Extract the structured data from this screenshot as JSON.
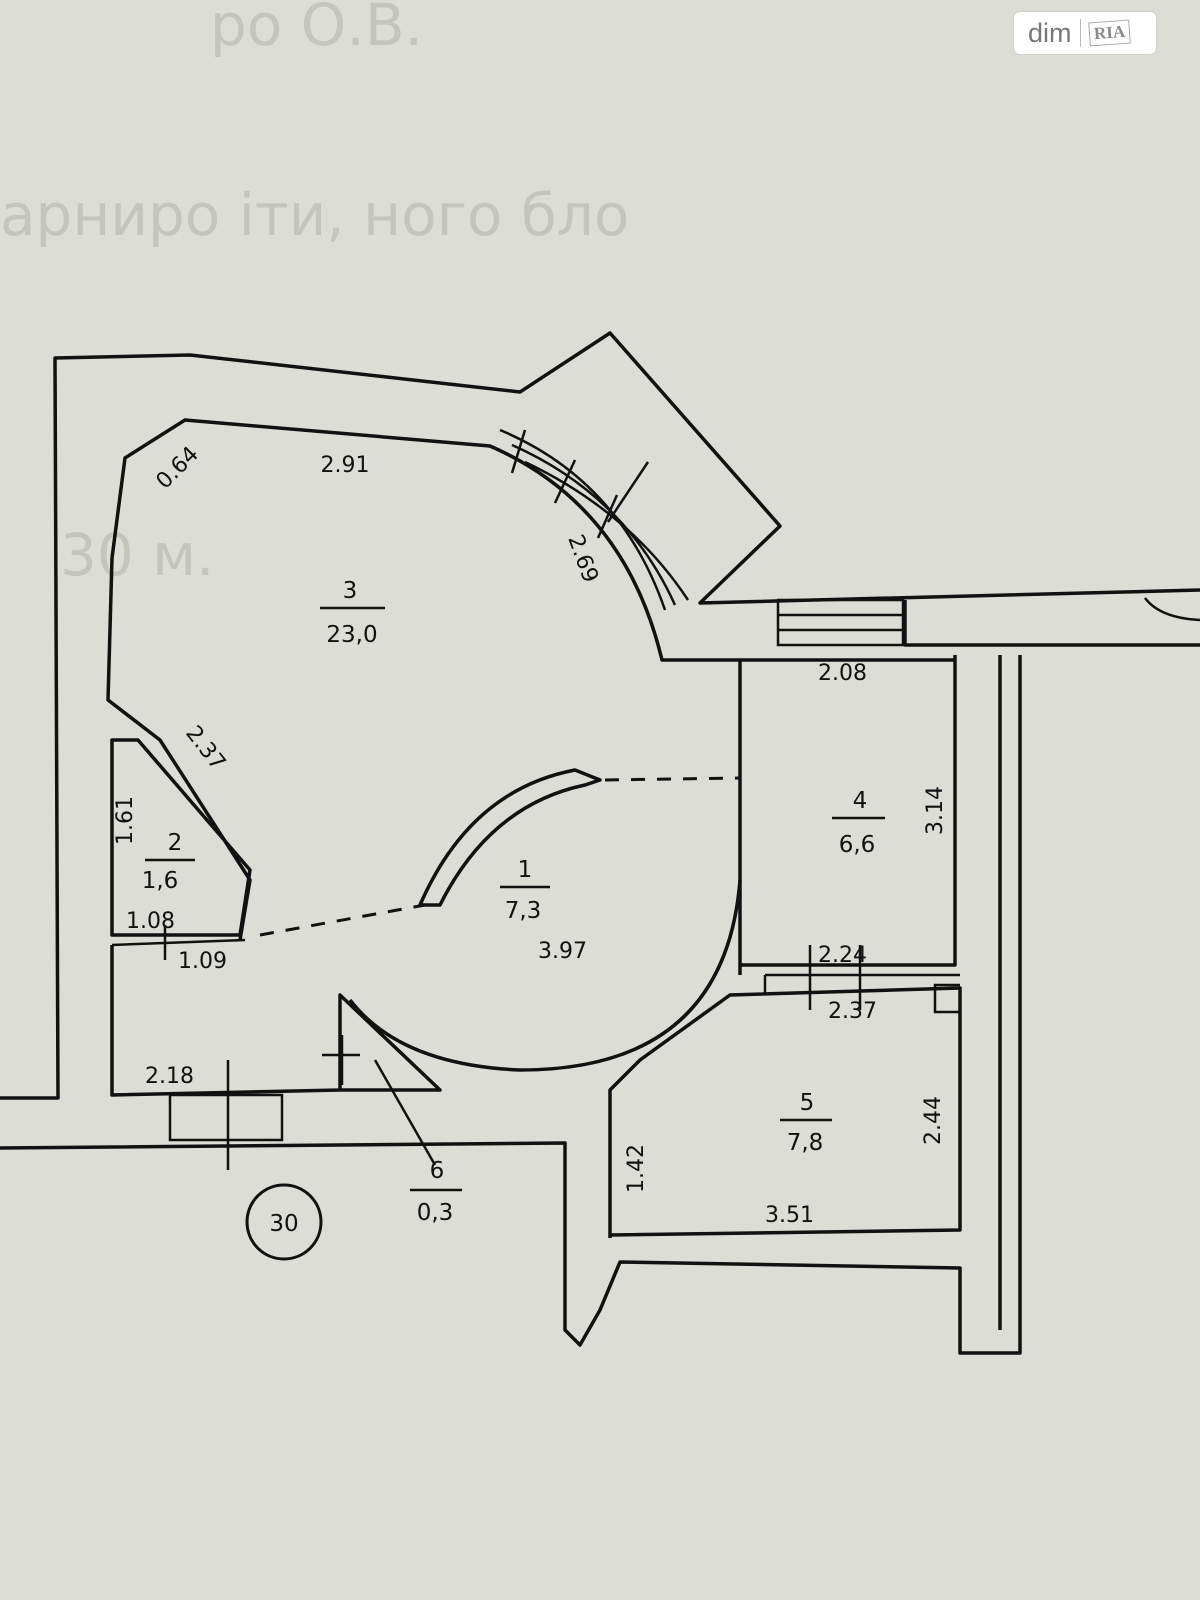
{
  "watermark": {
    "left": "dim",
    "right": "RIA"
  },
  "ghost_text": {
    "line1": "ро    О.В.",
    "line2": "арниро  іти,  ного  бло",
    "line3": "        30    м."
  },
  "rooms": [
    {
      "number": "1",
      "area": "7,3"
    },
    {
      "number": "2",
      "area": "1,6"
    },
    {
      "number": "3",
      "area": "23,0"
    },
    {
      "number": "4",
      "area": "6,6"
    },
    {
      "number": "5",
      "area": "7,8"
    },
    {
      "number": "6",
      "area": "0,3"
    }
  ],
  "dimensions": {
    "d_064": "0.64",
    "d_291": "2.91",
    "d_269": "2.69",
    "d_237a": "2.37",
    "d_161": "1.61",
    "d_108": "1.08",
    "d_109": "1.09",
    "d_218": "2.18",
    "d_397": "3.97",
    "d_208": "2.08",
    "d_314": "3.14",
    "d_224": "2.24",
    "d_237b": "2.37",
    "d_244": "2.44",
    "d_142": "1.42",
    "d_351": "3.51"
  },
  "apartment_number": "30"
}
